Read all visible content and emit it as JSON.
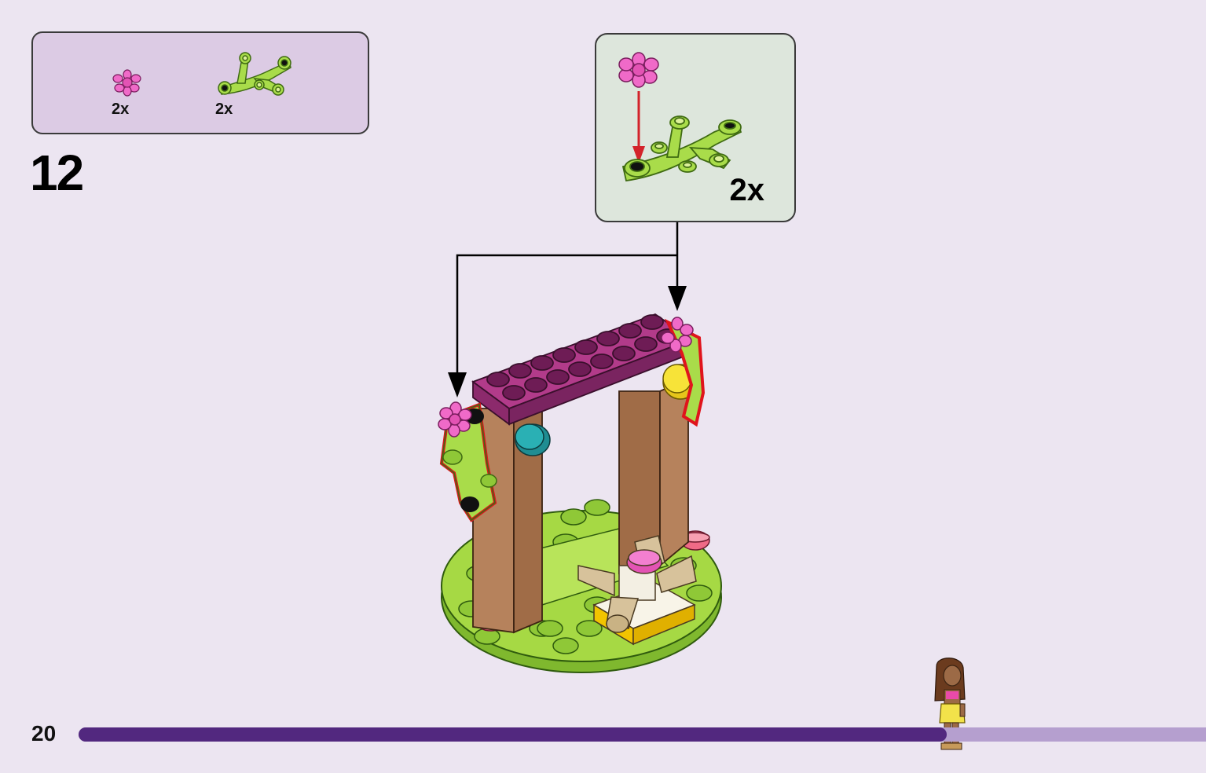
{
  "parts_list": {
    "items": [
      {
        "icon": "pink-flower-icon",
        "quantity": "2x"
      },
      {
        "icon": "green-leaf-branch-icon",
        "quantity": "2x"
      }
    ]
  },
  "step": {
    "number": "12"
  },
  "subassembly": {
    "quantity": "2x"
  },
  "footer": {
    "page_number": "20",
    "progress_fraction": 0.77
  },
  "colors": {
    "background": "#ece5f1",
    "parts_box": "#dccbe4",
    "subassembly_box": "#dde6dc",
    "progress_fill": "#52287f",
    "progress_track": "#b59fcf",
    "lime_green": "#9fd63a",
    "magenta": "#a8327f",
    "pink": "#f06ac8",
    "brown": "#b6825c"
  }
}
